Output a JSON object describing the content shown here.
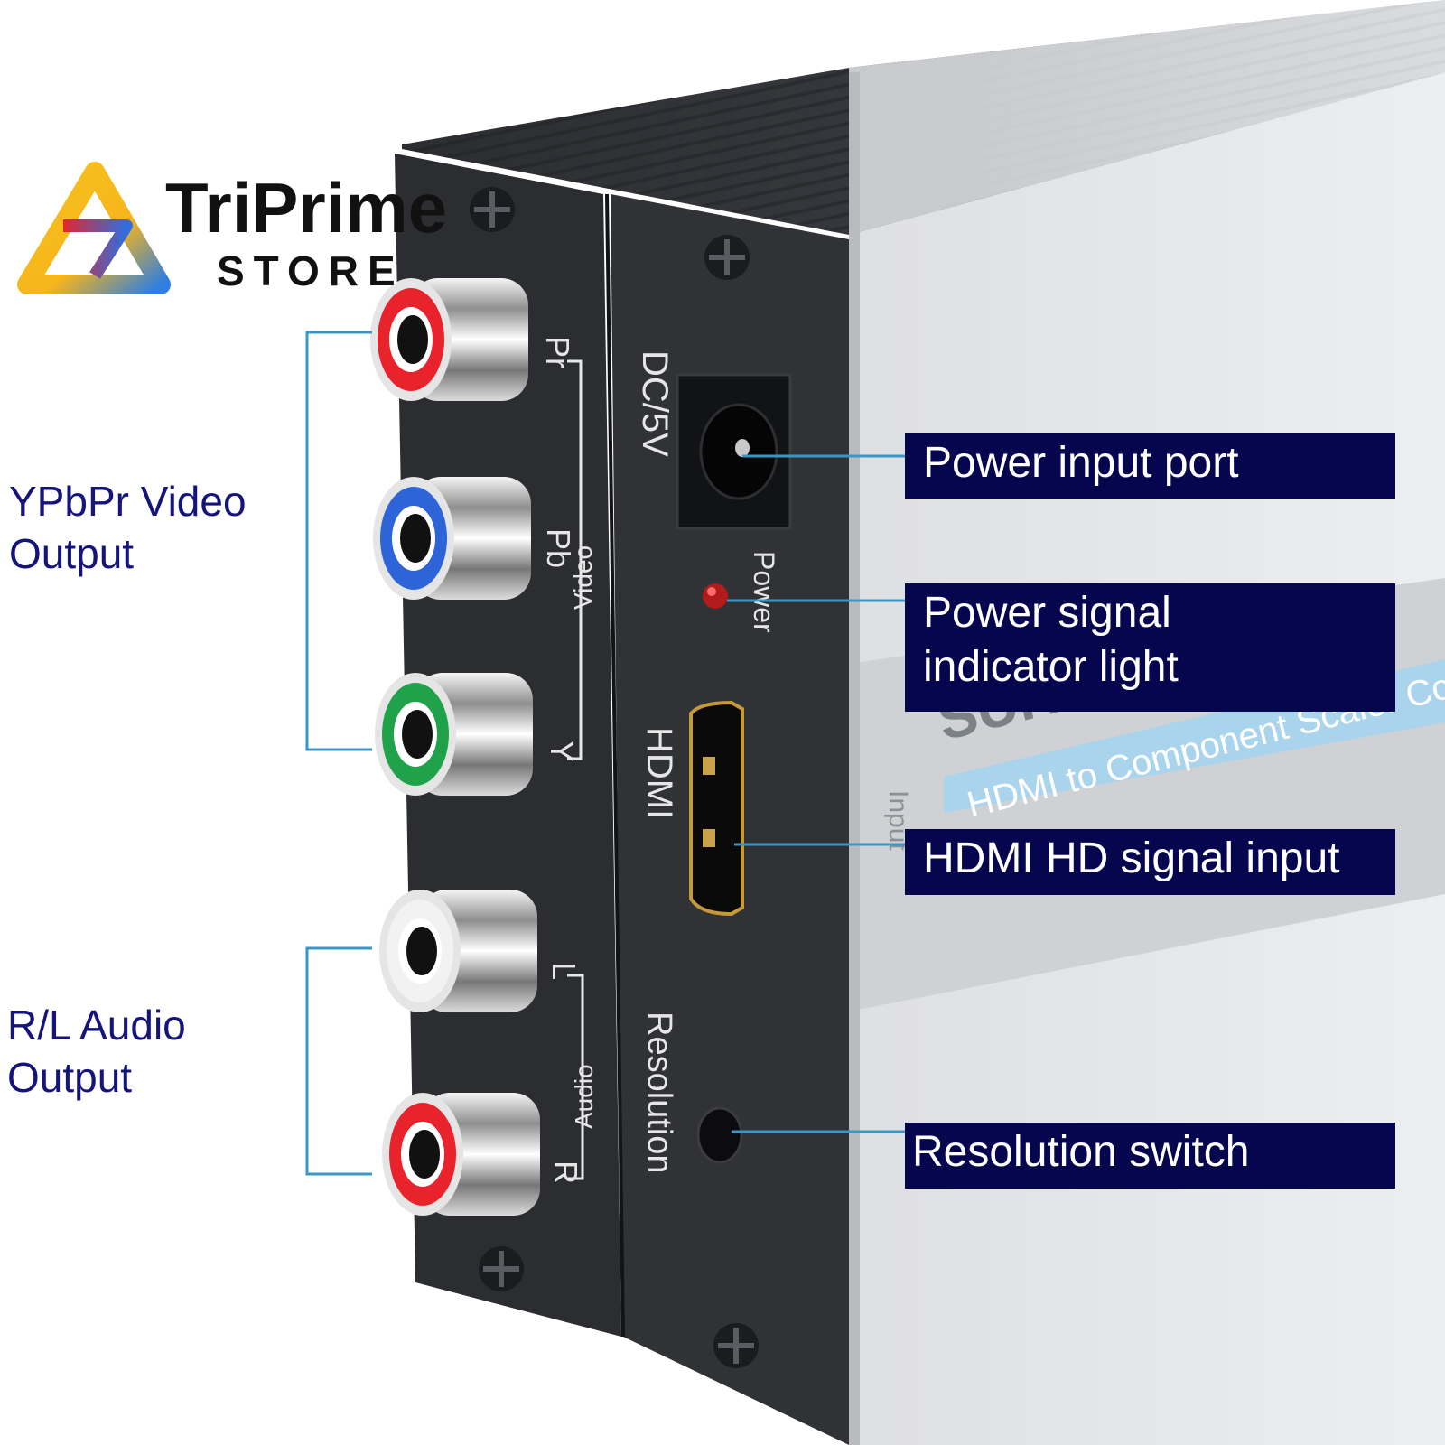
{
  "brand": {
    "name_line1": "TriPrime",
    "name_line2": "STORE"
  },
  "port_labels": {
    "pr": "Pr",
    "pb": "Pb",
    "y": "Y",
    "video": "Video",
    "l": "L",
    "r": "R",
    "audio": "Audio",
    "dc": "DC/5V",
    "power": "Power",
    "hdmi": "HDMI",
    "resolution": "Resolution"
  },
  "device_text": {
    "stripe": "HDMI to Component Scaler Conv",
    "side_input": "Input"
  },
  "left_labels": {
    "video_output": [
      "YPbPr Video",
      "Output"
    ],
    "audio_output": [
      "R/L Audio",
      "Output"
    ]
  },
  "callouts": {
    "power_input": "Power input port",
    "power_indicator": [
      "Power signal",
      "indicator light"
    ],
    "hdmi_input": "HDMI HD signal input",
    "resolution_switch": "Resolution switch"
  },
  "jacks": [
    {
      "id": "pr",
      "ring_color": "#e8232b"
    },
    {
      "id": "pb",
      "ring_color": "#2d64d8"
    },
    {
      "id": "y",
      "ring_color": "#20a24a"
    },
    {
      "id": "l",
      "ring_color": "#f2f2f2"
    },
    {
      "id": "r",
      "ring_color": "#e8232b"
    }
  ],
  "colors": {
    "callout_bg": "#06064f",
    "leader_line": "#3a97c4",
    "label_text": "#14147a"
  }
}
